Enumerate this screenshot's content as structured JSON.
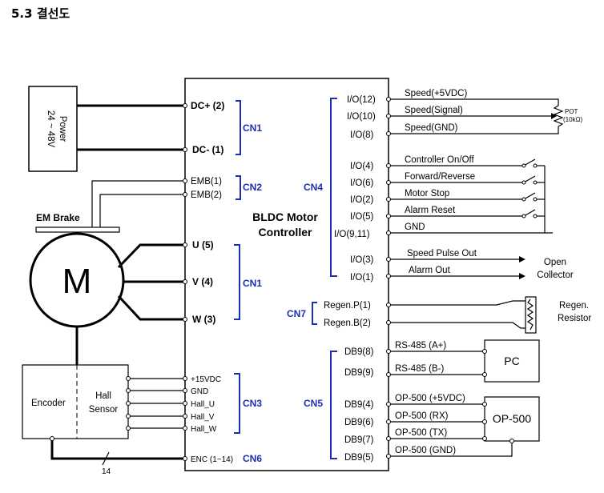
{
  "section": {
    "number": "5.3",
    "title": "결선도"
  },
  "power": {
    "line1": "24 ~ 48V",
    "line2": "Power"
  },
  "em_brake": "EM Brake",
  "motor_symbol": "M",
  "encoder_box": {
    "encoder": "Encoder",
    "hall_line1": "Hall",
    "hall_line2": "Sensor"
  },
  "cable_count": "14",
  "controller": {
    "line1": "BLDC Motor",
    "line2": "Controller"
  },
  "left_pins": {
    "dc_plus": "DC+ (2)",
    "dc_minus": "DC- (1)",
    "emb1": "EMB(1)",
    "emb2": "EMB(2)",
    "u": "U (5)",
    "v": "V (4)",
    "w": "W (3)",
    "v15": "+15VDC",
    "gnd": "GND",
    "hall_u": "Hall_U",
    "hall_v": "Hall_V",
    "hall_w": "Hall_W",
    "enc": "ENC (1~14)"
  },
  "connectors": {
    "cn1": "CN1",
    "cn2": "CN2",
    "cn3": "CN3",
    "cn4": "CN4",
    "cn5": "CN5",
    "cn6": "CN6",
    "cn7": "CN7"
  },
  "io_pins": {
    "io12": "I/O(12)",
    "io10": "I/O(10)",
    "io8": "I/O(8)",
    "io4": "I/O(4)",
    "io6": "I/O(6)",
    "io2": "I/O(2)",
    "io5": "I/O(5)",
    "io911": "I/O(9,11)",
    "io3": "I/O(3)",
    "io1": "I/O(1)"
  },
  "io_signals": {
    "speed_5v": "Speed(+5VDC)",
    "speed_signal": "Speed(Signal)",
    "speed_gnd": "Speed(GND)",
    "ctrl_onoff": "Controller On/Off",
    "fwd_rev": "Forward/Reverse",
    "motor_stop": "Motor Stop",
    "alarm_reset": "Alarm Reset",
    "gnd": "GND",
    "speed_pulse": "Speed Pulse Out",
    "alarm_out": "Alarm Out"
  },
  "pot": {
    "label": "POT",
    "value": "(10kΩ)"
  },
  "open_collector": {
    "line1": "Open",
    "line2": "Collector"
  },
  "regen": {
    "p": "Regen.P(1)",
    "b": "Regen.B(2)",
    "resistor_line1": "Regen.",
    "resistor_line2": "Resistor"
  },
  "db9": {
    "p8": "DB9(8)",
    "p9": "DB9(9)",
    "p4": "DB9(4)",
    "p6": "DB9(6)",
    "p7": "DB9(7)",
    "p5": "DB9(5)"
  },
  "db9_signals": {
    "rs485a": "RS-485 (A+)",
    "rs485b": "RS-485 (B-)",
    "op5v": "OP-500 (+5VDC)",
    "oprx": "OP-500 (RX)",
    "optx": "OP-500 (TX)",
    "opgnd": "OP-500 (GND)"
  },
  "pc": "PC",
  "op500": "OP-500"
}
